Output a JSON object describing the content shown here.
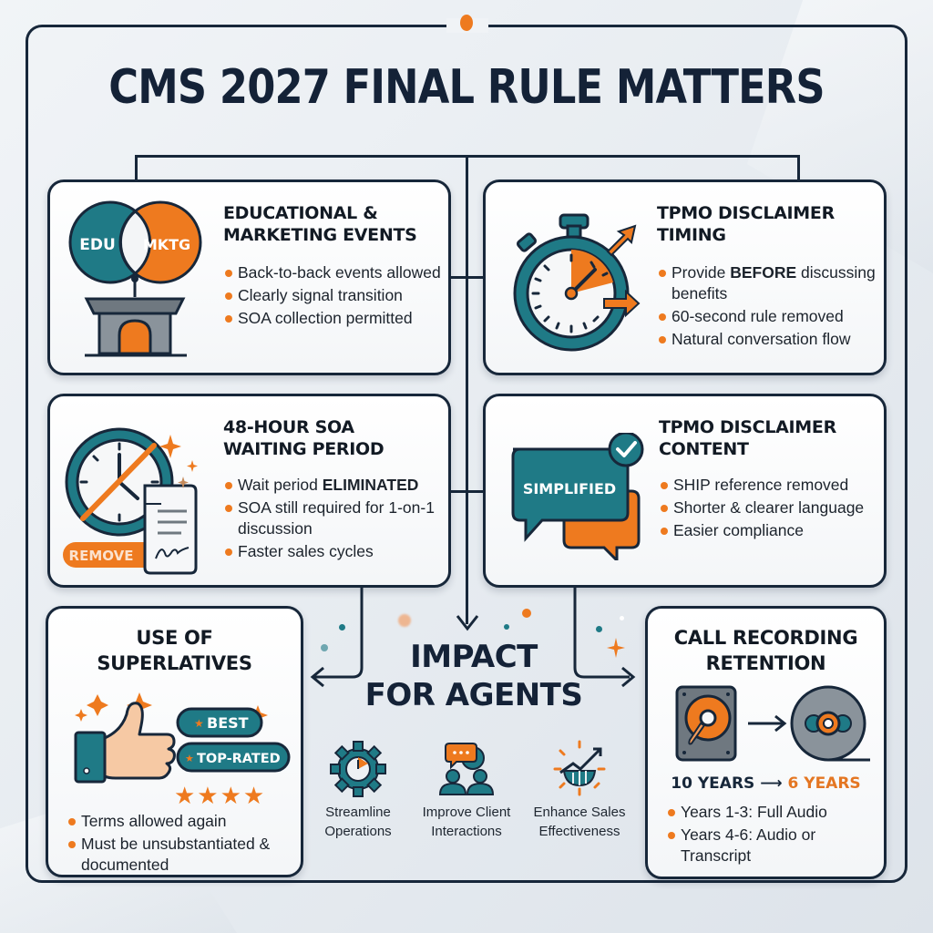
{
  "title": "CMS 2027 FINAL RULE MATTERS",
  "colors": {
    "navy": "#17273a",
    "teal": "#1f7a86",
    "orange": "#ee7a1f",
    "gray": "#6f7880"
  },
  "cards": [
    {
      "id": "edu-mktg",
      "title_line1": "EDUCATIONAL &",
      "title_line2": "MARKETING EVENTS",
      "icon": "venn-podium-icon",
      "icon_labels": {
        "left": "EDU",
        "right": "MKTG"
      },
      "bullets": [
        {
          "text": "Back-to-back events allowed"
        },
        {
          "text": "Clearly signal transition"
        },
        {
          "text": "SOA collection permitted"
        }
      ]
    },
    {
      "id": "tpmo-timing",
      "title_line1": "TPMO DISCLAIMER",
      "title_line2": "TIMING",
      "icon": "stopwatch-icon",
      "bullets": [
        {
          "pre": "Provide ",
          "bold": "BEFORE",
          "post": " discussing benefits"
        },
        {
          "text": "60-second rule removed"
        },
        {
          "text": "Natural conversation flow"
        }
      ]
    },
    {
      "id": "soa-waiting",
      "title_line1": "48-HOUR SOA",
      "title_line2": "WAITING PERIOD",
      "icon": "crossed-clock-document-icon",
      "icon_labels": {
        "badge": "REMOVE"
      },
      "bullets": [
        {
          "pre": "Wait period ",
          "bold": "ELIMINATED",
          "post": ""
        },
        {
          "text": "SOA still required for 1-on-1 discussion"
        },
        {
          "text": "Faster sales cycles"
        }
      ]
    },
    {
      "id": "tpmo-content",
      "title_line1": "TPMO DISCLAIMER",
      "title_line2": "CONTENT",
      "icon": "speech-bubbles-check-icon",
      "icon_labels": {
        "bubble": "SIMPLIFIED"
      },
      "bullets": [
        {
          "text": "SHIP reference removed"
        },
        {
          "text": "Shorter & clearer language"
        },
        {
          "text": "Easier compliance"
        }
      ]
    },
    {
      "id": "superlatives",
      "title_line1": "USE OF",
      "title_line2": "SUPERLATIVES",
      "icon": "thumbs-up-icon",
      "icon_labels": {
        "tag1": "BEST",
        "tag2": "TOP-RATED",
        "stars": "★★★★"
      },
      "bullets": [
        {
          "text": "Terms allowed again"
        },
        {
          "text": "Must be unsubstantiated & documented"
        }
      ]
    },
    {
      "id": "call-recording",
      "title_line1": "CALL RECORDING",
      "title_line2": "RETENTION",
      "icon": "hard-drive-to-disc-icon",
      "retention": {
        "from": "10 YEARS",
        "arrow": "⟶",
        "to": "6 YEARS"
      },
      "bullets": [
        {
          "text": "Years 1-3: Full Audio"
        },
        {
          "text": "Years 4-6: Audio or Transcript"
        }
      ]
    }
  ],
  "impact": {
    "title_line1": "IMPACT",
    "title_line2": "FOR AGENTS",
    "items": [
      {
        "icon": "gear-clock-icon",
        "line1": "Streamline",
        "line2": "Operations"
      },
      {
        "icon": "people-chat-icon",
        "line1": "Improve Client",
        "line2": "Interactions"
      },
      {
        "icon": "growth-chart-icon",
        "line1": "Enhance Sales",
        "line2": "Effectiveness"
      }
    ]
  }
}
